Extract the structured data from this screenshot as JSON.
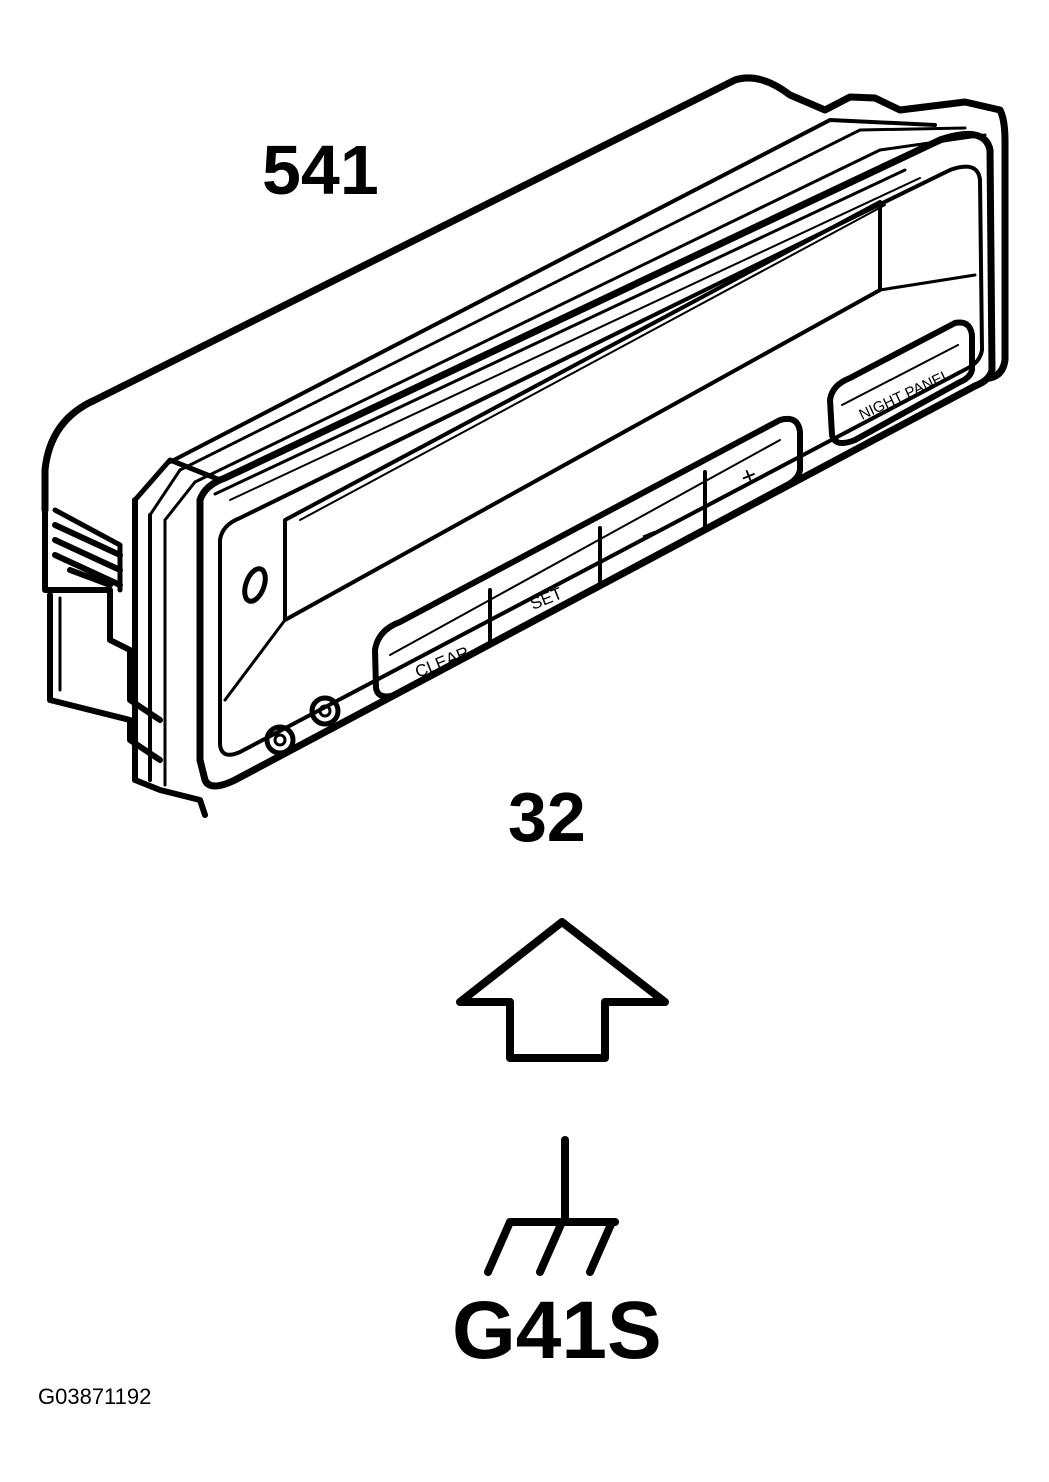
{
  "labels": {
    "module_number": "541",
    "view_number": "32",
    "ground_id": "G41S",
    "figure_code": "G03871192"
  },
  "buttons": {
    "clear": "CLEAR",
    "set": "SET",
    "minus": "−",
    "plus": "+",
    "night_panel": "NIGHT PANEL"
  },
  "colors": {
    "line": "#000000",
    "background": "#ffffff"
  },
  "icons": [
    "up-arrow-icon",
    "ground-symbol-icon"
  ]
}
